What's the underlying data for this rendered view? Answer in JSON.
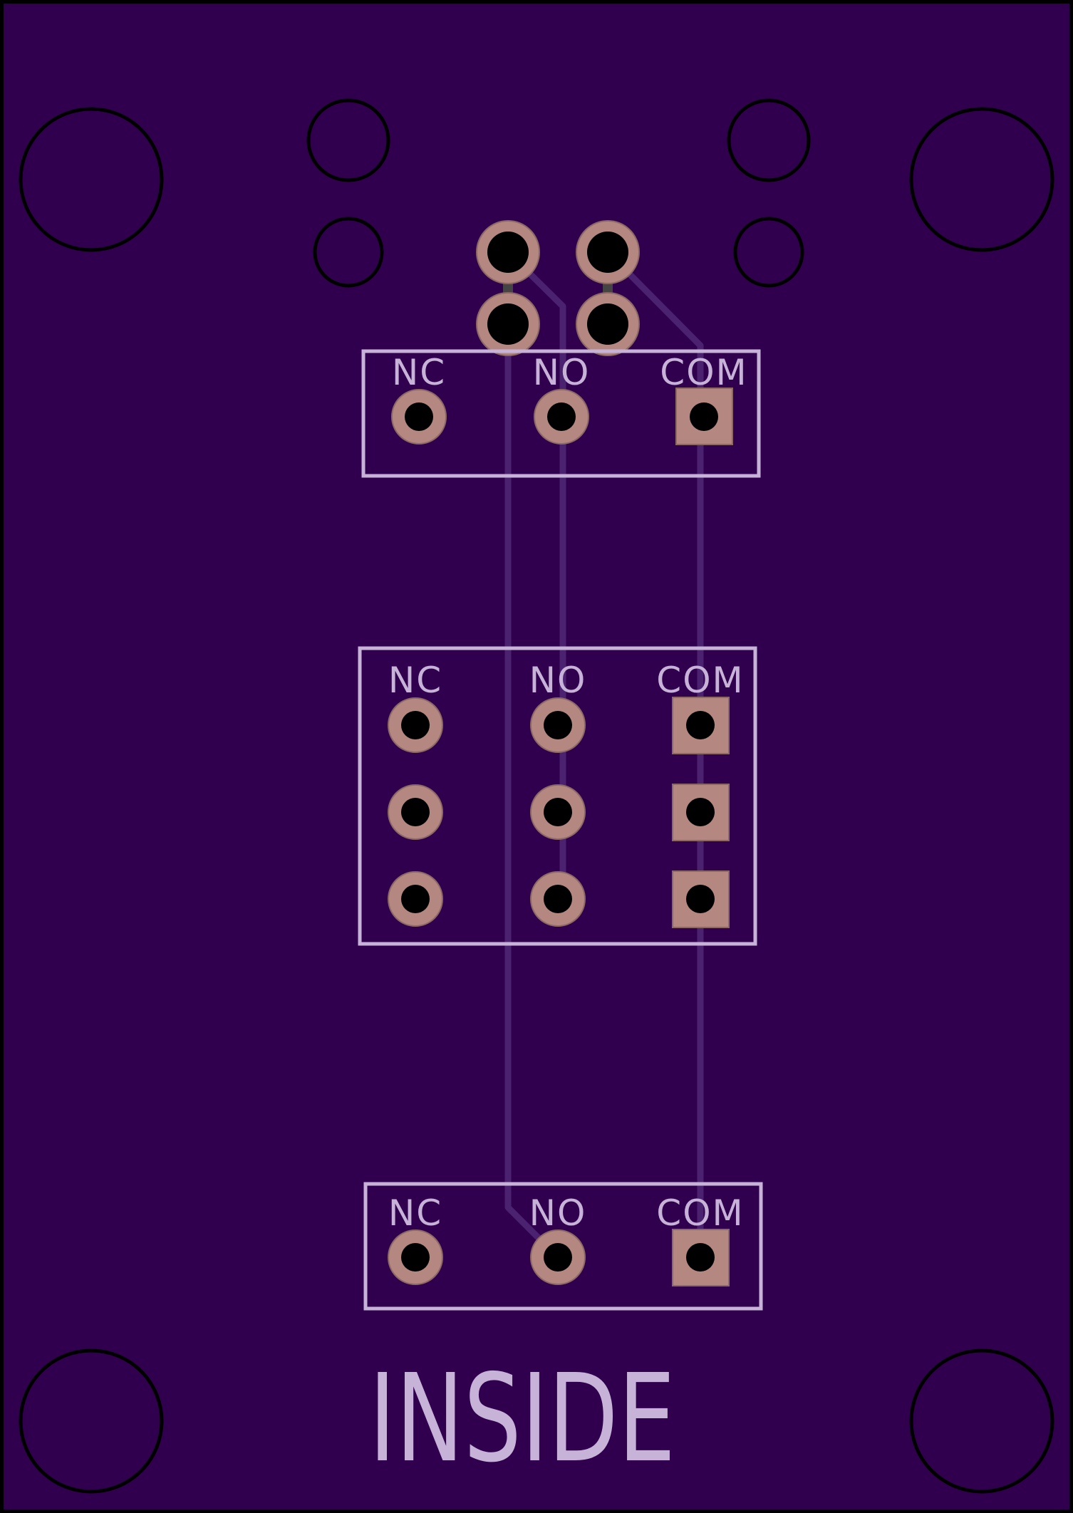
{
  "board": {
    "label": "INSIDE",
    "colors": {
      "substrate": "#30004f",
      "edge": "#000000",
      "silkscreen": "#c8b3d8",
      "copper": "#b48880",
      "drill": "#000000",
      "trace": "#4b2270"
    }
  },
  "connectors": [
    {
      "id": "top",
      "pins": [
        "NC",
        "NO",
        "COM"
      ],
      "rows": 1
    },
    {
      "id": "middle",
      "pins": [
        "NC",
        "NO",
        "COM"
      ],
      "rows": 3
    },
    {
      "id": "bottom",
      "pins": [
        "NC",
        "NO",
        "COM"
      ],
      "rows": 1
    }
  ]
}
